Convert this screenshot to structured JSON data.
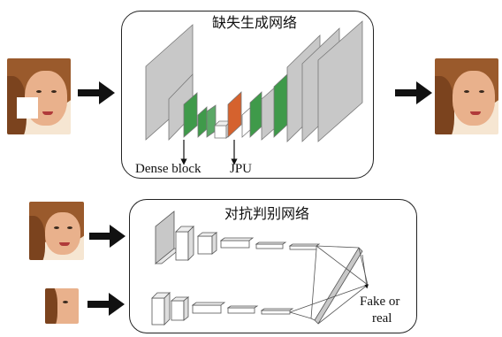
{
  "generator": {
    "title": "缺失生成网络",
    "label_dense": "Dense block",
    "label_jpu": "JPU"
  },
  "discriminator": {
    "title": "对抗判别网络",
    "output_label_line1": "Fake or",
    "output_label_line2": "real"
  },
  "colors": {
    "layer_gray": "#c8c8c8",
    "dense_green": "#3f9a4a",
    "jpu_orange": "#d5622e",
    "arrow": "#111111"
  }
}
